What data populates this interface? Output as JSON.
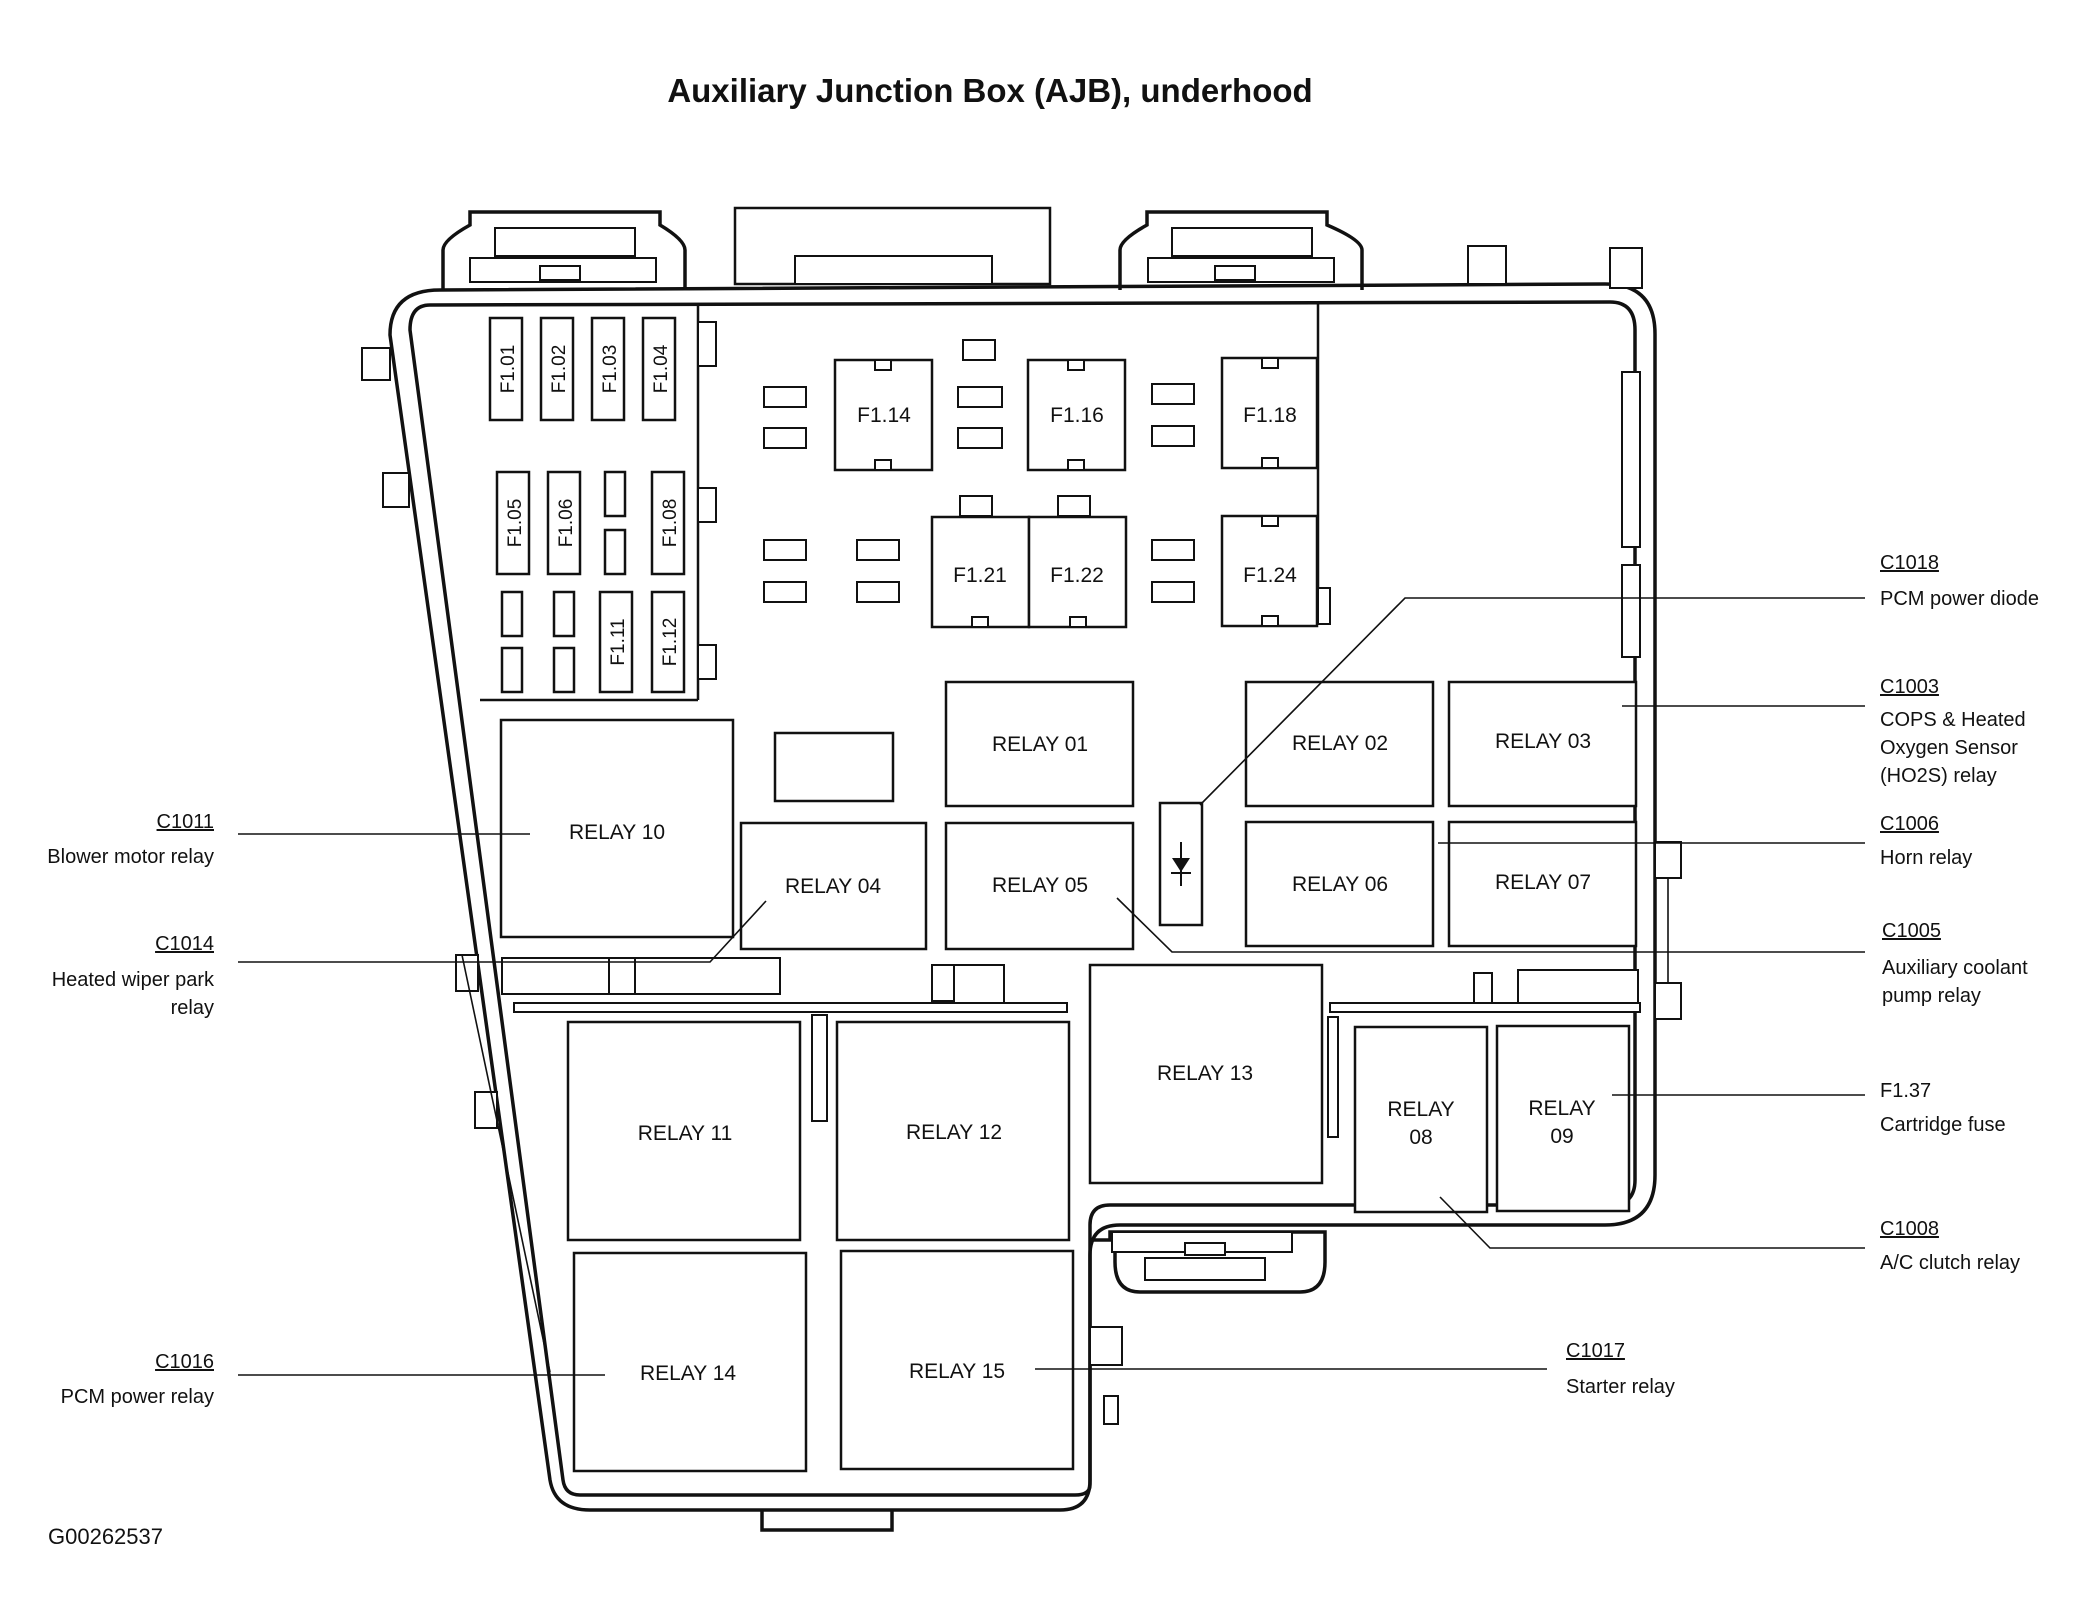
{
  "title": "Auxiliary Junction Box (AJB), underhood",
  "figure_id": "G00262537",
  "fuses": {
    "f101": "F1.01",
    "f102": "F1.02",
    "f103": "F1.03",
    "f104": "F1.04",
    "f105": "F1.05",
    "f106": "F1.06",
    "f108": "F1.08",
    "f111": "F1.11",
    "f112": "F1.12",
    "f114": "F1.14",
    "f116": "F1.16",
    "f118": "F1.18",
    "f121": "F1.21",
    "f122": "F1.22",
    "f124": "F1.24"
  },
  "relays": {
    "r01": "RELAY 01",
    "r02": "RELAY 02",
    "r03": "RELAY 03",
    "r04": "RELAY 04",
    "r05": "RELAY 05",
    "r06": "RELAY 06",
    "r07": "RELAY 07",
    "r08_line1": "RELAY",
    "r08_line2": "08",
    "r09_line1": "RELAY",
    "r09_line2": "09",
    "r10": "RELAY 10",
    "r11": "RELAY 11",
    "r12": "RELAY 12",
    "r13": "RELAY 13",
    "r14": "RELAY 14",
    "r15": "RELAY 15"
  },
  "callouts": {
    "c1011": {
      "id": "C1011",
      "lines": [
        "Blower motor relay"
      ]
    },
    "c1014": {
      "id": "C1014",
      "lines": [
        "Heated wiper park",
        "relay"
      ]
    },
    "c1016": {
      "id": "C1016",
      "lines": [
        "PCM power relay"
      ]
    },
    "c1017": {
      "id": "C1017",
      "lines": [
        "Starter relay"
      ]
    },
    "c1018": {
      "id": "C1018",
      "lines": [
        "PCM power diode"
      ]
    },
    "c1003": {
      "id": "C1003",
      "lines": [
        "COPS & Heated",
        "Oxygen Sensor",
        "(HO2S) relay"
      ]
    },
    "c1006": {
      "id": "C1006",
      "lines": [
        "Horn relay"
      ]
    },
    "c1005": {
      "id": "C1005",
      "lines": [
        "Auxiliary coolant",
        "pump relay"
      ]
    },
    "f137": {
      "id": "F1.37",
      "lines": [
        "Cartridge fuse"
      ]
    },
    "c1008": {
      "id": "C1008",
      "lines": [
        "A/C clutch relay"
      ]
    }
  }
}
